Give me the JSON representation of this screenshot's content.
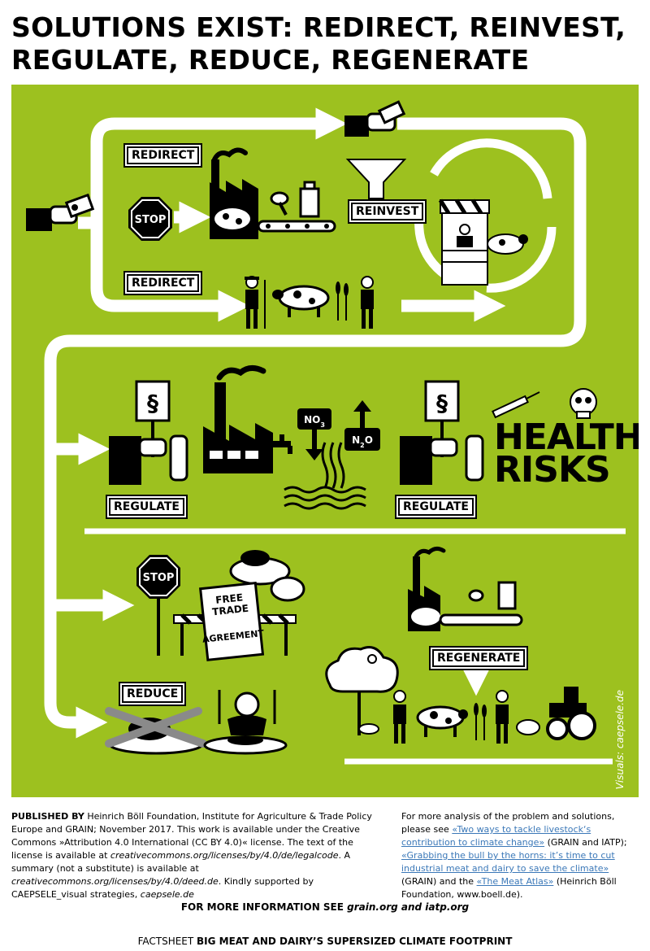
{
  "title": {
    "line1": "SOLUTIONS EXIST: REDIRECT, REINVEST,",
    "line2": "REGULATE, REDUCE, REGENERATE"
  },
  "labels": {
    "redirect_1": "REDIRECT",
    "redirect_2": "REDIRECT",
    "reinvest": "REINVEST",
    "regulate_1": "REGULATE",
    "regulate_2": "REGULATE",
    "reduce": "REDUCE",
    "regenerate": "REGENERATE",
    "stop_1": "STOP",
    "stop_2": "STOP",
    "no3": "NO3",
    "n2o": "N2O",
    "paragraph": "§",
    "health_1": "HEALTH",
    "health_2": "RISKS",
    "sign_line1": "FREE",
    "sign_line2": "TRADE",
    "sign_line3": "AGREEMENT",
    "credit": "Visuals: caepsele.de"
  },
  "footer": {
    "published_by": "PUBLISHED BY",
    "published_text": " Heinrich Böll Foundation, Institute for Agriculture & Trade Policy Europe and GRAIN; November 2017. This work is available under the Creative Commons »Attribution 4.0 International (CC BY 4.0)« license. The text of the license is available at ",
    "license_url": "creativecommons.org/licenses/by/4.0/de/legalcode",
    "summary_text": ". A summary (not a substitute) is available at ",
    "summary_url": "creativecommons.org/licenses/by/4.0/deed.de",
    "supported_text": ". Kindly supported by CAEPSELE_visual strategies, ",
    "supported_url": "caepsele.de",
    "right_intro": "For more analysis of the problem and solutions, please see ",
    "link1": "«Two ways to tackle livestock‘s contribution to climate change»",
    "link1_src": " (GRAIN and IATP); ",
    "link2": "«Grabbing the bull by the horns: it’s time to cut industrial meat and dairy to save the climate»",
    "link2_src": " (GRAIN) and the ",
    "link3": "«The Meat Atlas»",
    "link3_src": " (Heinrich Böll Foundation, www.boell.de).",
    "more_prefix": "FOR MORE INFORMATION SEE ",
    "more_links": "grain.org and iatp.org",
    "factsheet_prefix": "FACTSHEET ",
    "factsheet_title": "BIG MEAT AND DAIRY’S SUPERSIZED CLIMATE FOOTPRINT"
  },
  "colors": {
    "panel": "#9dc11f",
    "ink": "#000000",
    "paper": "#ffffff",
    "link": "#3b78b8"
  }
}
